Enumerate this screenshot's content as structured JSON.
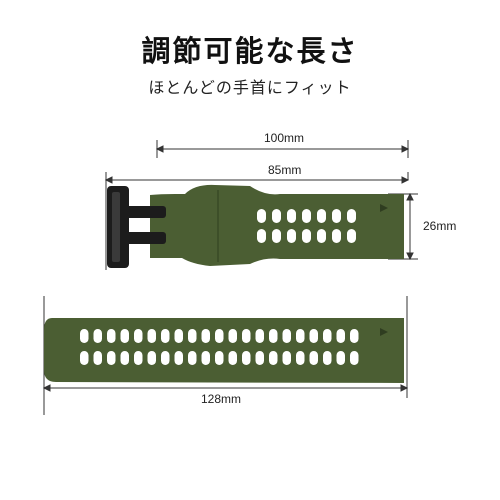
{
  "heading": "調節可能な長さ",
  "subheading": "ほとんどの手首にフィット",
  "dimensions": {
    "total_length": "100mm",
    "strap_length": "85mm",
    "width": "26mm",
    "long_strap_length": "128mm"
  },
  "colors": {
    "strap": "#4b5e33",
    "strap_dark": "#3d4f29",
    "buckle": "#1c1c1c",
    "line": "#333333"
  }
}
